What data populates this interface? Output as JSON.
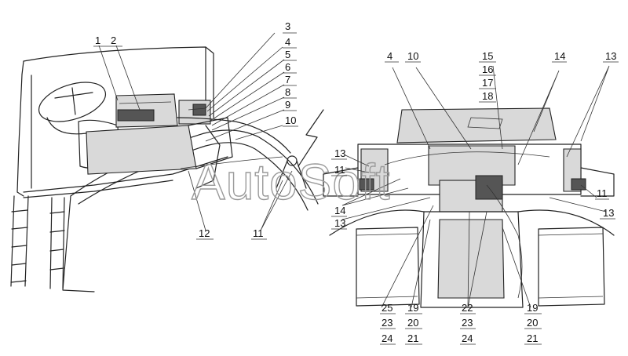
{
  "watermark": "AutoSoft",
  "callouts": [
    "1",
    "2",
    "3",
    "4",
    "5",
    "6",
    "7",
    "8",
    "9",
    "10",
    "11",
    "12",
    "13",
    "14",
    "15",
    "16",
    "17",
    "18",
    "19",
    "20",
    "21",
    "22",
    "23",
    "24",
    "25"
  ],
  "colors": {
    "line": "#222222",
    "fill": "#d9d9d9",
    "watermark": "#9a9a9a",
    "background": "#ffffff"
  }
}
